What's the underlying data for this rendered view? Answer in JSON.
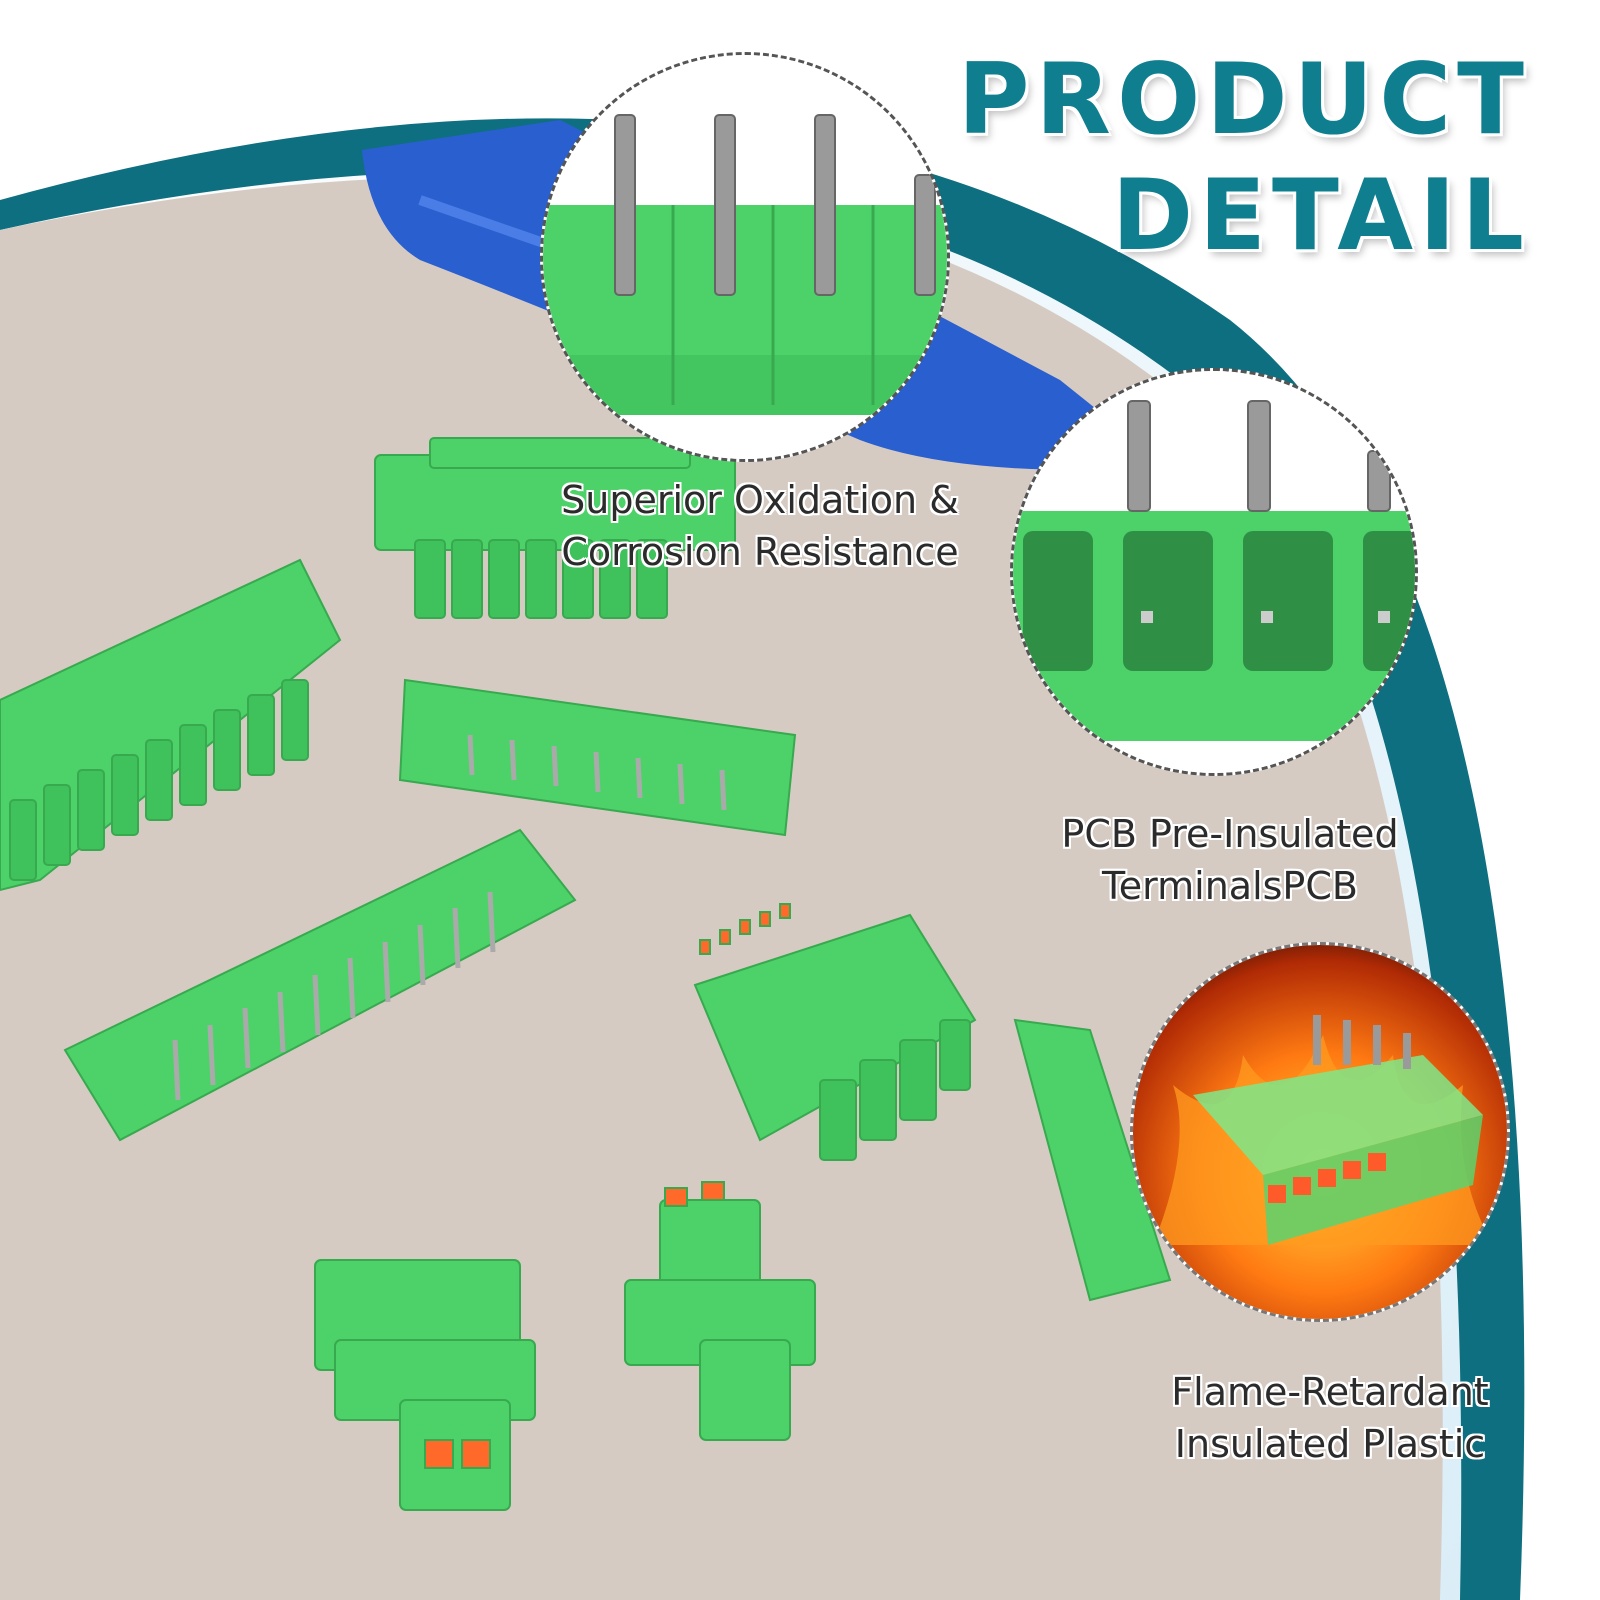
{
  "title": {
    "line1": "PRODUCT",
    "line2": "DETAIL"
  },
  "features": [
    {
      "line1": "Superior Oxidation &",
      "line2": "Corrosion Resistance"
    },
    {
      "line1": "PCB Pre-Insulated",
      "line2": "TerminalsPCB"
    },
    {
      "line1": "Flame-Retardant",
      "line2": "Insulated Plastic"
    }
  ],
  "colors": {
    "title": "#0f7f8f",
    "connector_green": "#4cd268",
    "background_beige": "#d6cbc3",
    "teal_arc": "#0e6f80",
    "blue_mat": "#2a5fd0"
  }
}
